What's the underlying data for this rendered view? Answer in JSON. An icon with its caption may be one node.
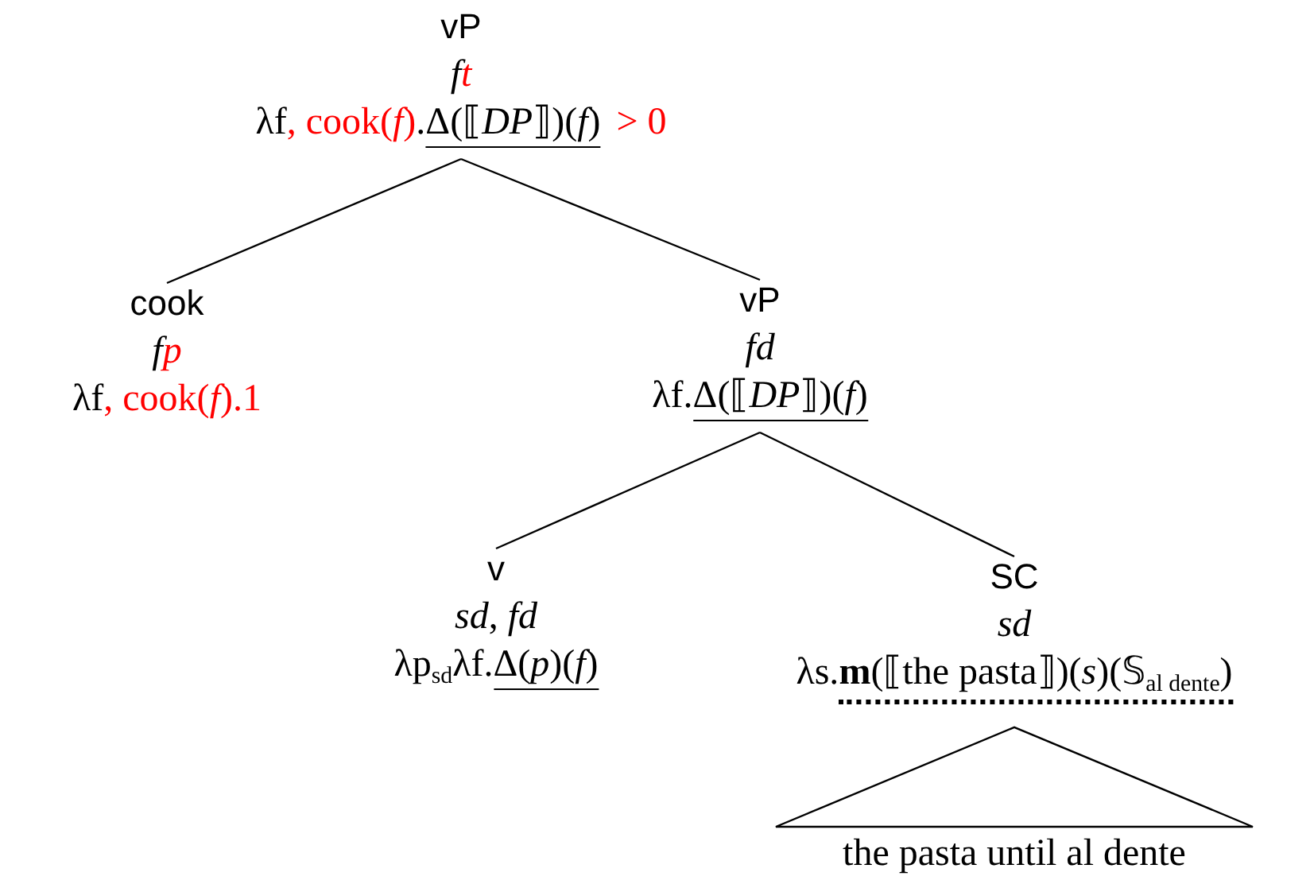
{
  "diagram": {
    "nodes": [
      {
        "text": [
          "vP",
          "f",
          "t",
          "λf",
          ", cook(*f*)",
          ".",
          "Δ(⟦*DP*⟧)(*f*)",
          "> 0"
        ]
      },
      {
        "text": [
          "cook",
          "f",
          "p",
          "λf",
          ", cook(*f*).1"
        ]
      },
      {
        "text": [
          "vP",
          "fd",
          "λf.",
          "Δ(⟦*DP*⟧)(*f*)"
        ]
      },
      {
        "text": [
          "v",
          "*sd*, *fd*",
          "λp$_{sd}$λf.",
          "Δ(*p*)(*f*)"
        ]
      },
      {
        "text": [
          "SC",
          "sd",
          "λs.",
          "**m**(⟦the pasta⟧)(*s*)(𝕊$_{al dente}$)"
        ]
      },
      {
        "text": [
          "the pasta until al dente"
        ]
      }
    ],
    "edges": [
      {
        "from": 0,
        "to": 1,
        "arrow": "none"
      },
      {
        "from": 0,
        "to": 2,
        "arrow": "none"
      },
      {
        "from": 2,
        "to": 3,
        "arrow": "none"
      },
      {
        "from": 2,
        "to": 4,
        "arrow": "none"
      },
      {
        "from": 4,
        "to": 5,
        "arrow": "none"
      }
    ]
  }
}
